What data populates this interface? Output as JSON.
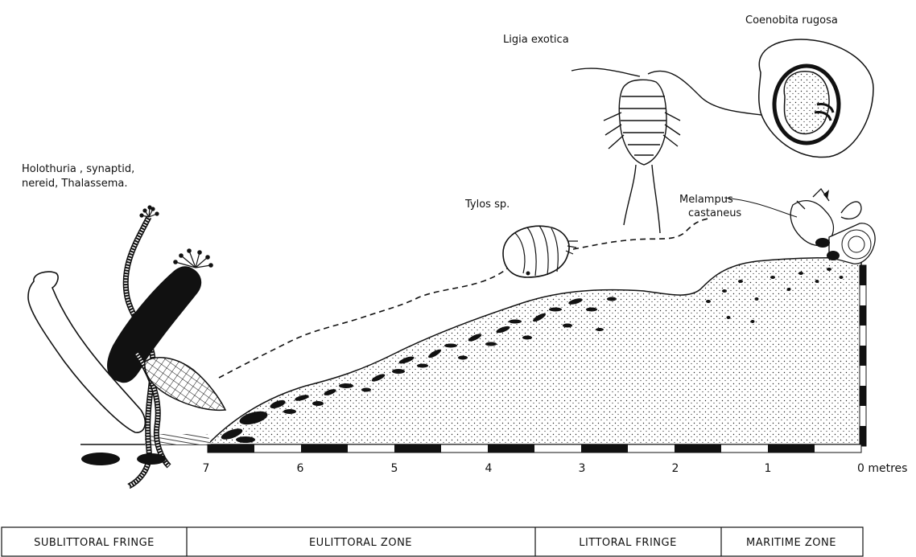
{
  "labels": {
    "coenobita": "Coenobita rugosa",
    "ligia": "Ligia exotica",
    "holothuria_line1": "Holothuria , synaptid,",
    "holothuria_line2": "nereid, Thalassema.",
    "tylos": "Tylos sp.",
    "melampus_line1": "Melampus",
    "melampus_line2": "castaneus"
  },
  "scale": {
    "ticks": [
      "7",
      "6",
      "5",
      "4",
      "3",
      "2",
      "1",
      "0 metres"
    ]
  },
  "zones": [
    "SUBLITTORAL FRINGE",
    "EULITTORAL ZONE",
    "LITTORAL FRINGE",
    "MARITIME ZONE"
  ]
}
